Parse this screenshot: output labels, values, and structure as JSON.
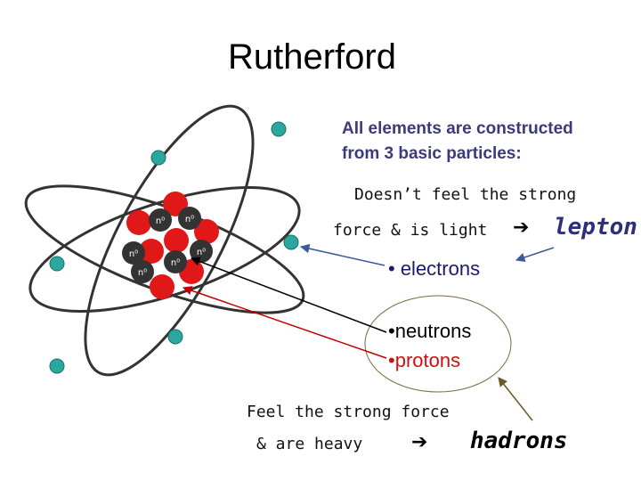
{
  "title": "Rutherford",
  "intro": {
    "line1": "All elements are constructed",
    "line2": "from 3 basic particles:"
  },
  "lepton_note": {
    "line1": "Doesn’t feel the strong",
    "line2": "force & is light",
    "arrow_icon": "right-arrow-icon",
    "word": "lepton"
  },
  "particles": {
    "electrons": "• electrons",
    "neutrons": "•neutrons",
    "protons": "•protons"
  },
  "hadron_note": {
    "line1": "Feel the strong force",
    "line2": "& are heavy",
    "arrow_icon": "right-arrow-icon",
    "word": "hadrons"
  },
  "nucleus_label": "n⁰",
  "colors": {
    "electron": "#2aa8a0",
    "proton": "#e01818",
    "neutron": "#333333",
    "orbit": "#333333",
    "proton_pointer": "#c00000",
    "lepton_pointer": "#3a5a9a"
  }
}
